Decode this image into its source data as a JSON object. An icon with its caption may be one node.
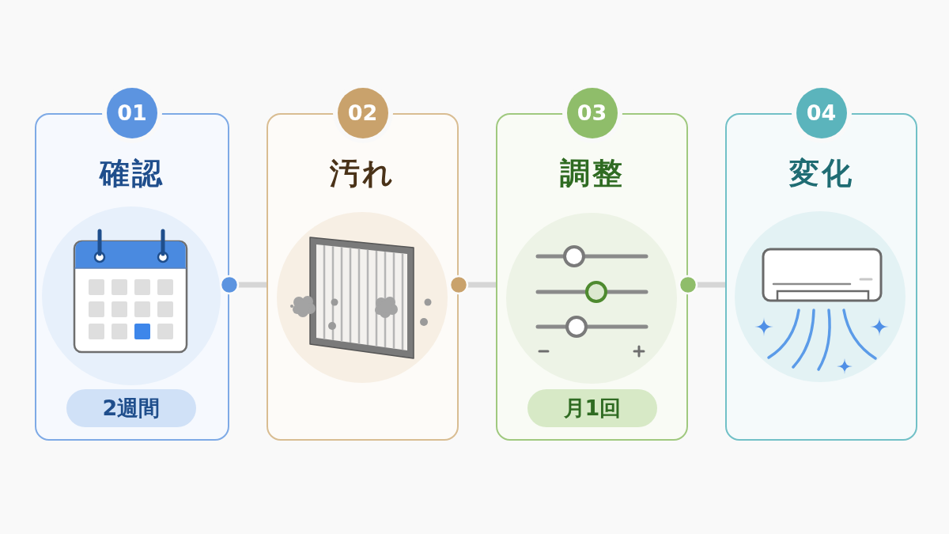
{
  "diagram": {
    "nodes": [
      {
        "text": [
          "01",
          "確認"
        ]
      },
      {
        "text": [
          "2週間"
        ],
        "in": 0
      },
      {
        "text": [
          "02",
          "汚れ"
        ]
      },
      {
        "text": [
          "03",
          "調整"
        ]
      },
      {
        "text": [
          "月1回"
        ],
        "in": 3
      },
      {
        "text": [
          "04",
          "変化"
        ]
      }
    ],
    "edges": [
      {
        "from": 0,
        "to": 2,
        "arrow": "other"
      },
      {
        "from": 2,
        "to": 3,
        "arrow": "other"
      },
      {
        "from": 3,
        "to": 5,
        "arrow": "other"
      }
    ]
  }
}
